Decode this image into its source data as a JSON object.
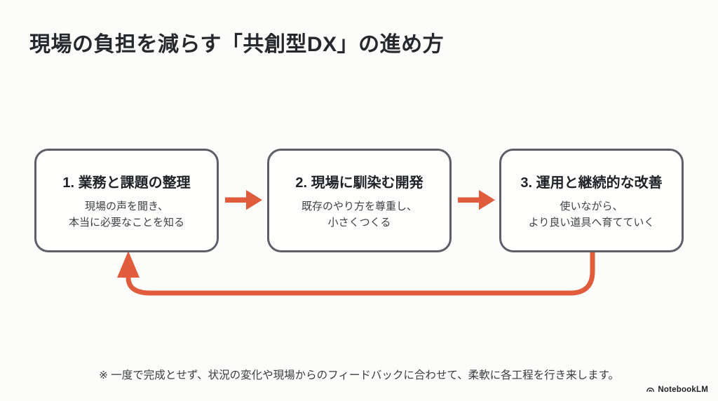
{
  "title": "現場の負担を減らす「共創型DX」の進め方",
  "steps": [
    {
      "title": "1. 業務と課題の整理",
      "line1": "現場の声を聞き、",
      "line2": "本当に必要なことを知る"
    },
    {
      "title": "2. 現場に馴染む開発",
      "line1": "既存のやり方を尊重し、",
      "line2": "小さくつくる"
    },
    {
      "title": "3. 運用と継続的な改善",
      "line1": "使いながら、",
      "line2": "より良い道具へ育てていく"
    }
  ],
  "footnote": "※ 一度で完成とせず、状況の変化や現場からのフィードバックに合わせて、柔軟に各工程を行き来します。",
  "watermark": "NotebookLM",
  "colors": {
    "background": "#FCFCFA",
    "accent_orange": "#E05C3C",
    "box_border_gray": "#5C6066",
    "title_text": "#25282C",
    "body_text": "#3D4145"
  }
}
